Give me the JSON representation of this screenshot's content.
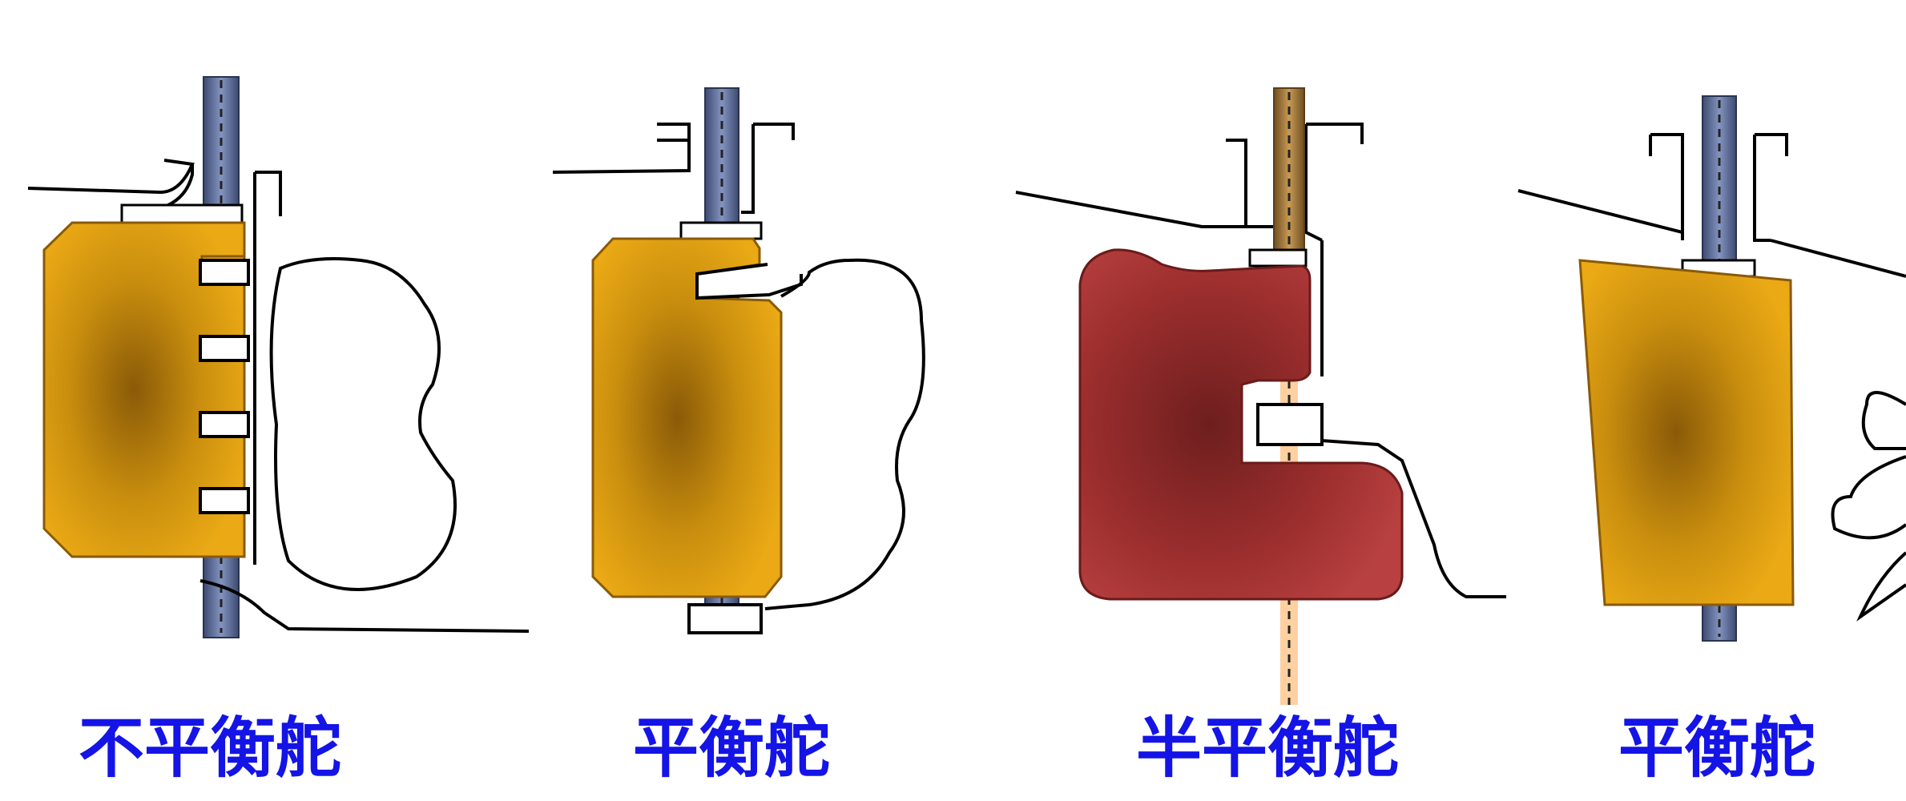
{
  "panels": [
    {
      "id": "unbalanced",
      "caption": "不平衡舵",
      "rudder_color": "#d99a10"
    },
    {
      "id": "balanced-1",
      "caption": "平衡舵",
      "rudder_color": "#d99a10"
    },
    {
      "id": "semi-balanced",
      "caption": "半平衡舵",
      "rudder_color": "#a83232"
    },
    {
      "id": "balanced-2",
      "caption": "平衡舵",
      "rudder_color": "#d99a10"
    }
  ],
  "colors": {
    "caption": "#1414e6",
    "stock_blue": "#5a6d9a",
    "stock_brown": "#a07a40",
    "axis_orange": "#ffb060",
    "outline": "#000000"
  }
}
